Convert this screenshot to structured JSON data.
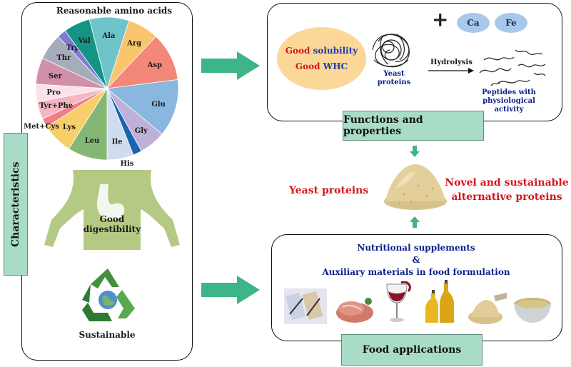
{
  "characteristics": {
    "side_label": "Characteristics",
    "pie_title": "Reasonable amino acids",
    "pie_segments": [
      {
        "label": "Ala",
        "color": "#6fc4c9",
        "value": 9
      },
      {
        "label": "Arg",
        "color": "#f9c56d",
        "value": 7
      },
      {
        "label": "Asp",
        "color": "#f3877a",
        "value": 11
      },
      {
        "label": "Glu",
        "color": "#89b7df",
        "value": 13
      },
      {
        "label": "Gly",
        "color": "#bdb1d9",
        "value": 6
      },
      {
        "label": "His",
        "color": "#1a64b0",
        "value": 2
      },
      {
        "label": "Ile",
        "color": "#cfdcef",
        "value": 6
      },
      {
        "label": "Leu",
        "color": "#84b773",
        "value": 9
      },
      {
        "label": "Lys",
        "color": "#f7cf6a",
        "value": 7
      },
      {
        "label": "Met+Cys",
        "color": "#ef7f82",
        "value": 2
      },
      {
        "label": "Tyr+Phe",
        "color": "#f4b6c2",
        "value": 4
      },
      {
        "label": "Pro",
        "color": "#fbe2ea",
        "value": 4
      },
      {
        "label": "Ser",
        "color": "#d190aa",
        "value": 6
      },
      {
        "label": "Thr",
        "color": "#a6acbb",
        "value": 6
      },
      {
        "label": "Trp",
        "color": "#7f7ad6",
        "value": 2
      },
      {
        "label": "Val",
        "color": "#149484",
        "value": 6
      }
    ],
    "digestibility_label": "Good digestibility",
    "sustainable_label": "Sustainable"
  },
  "functions": {
    "box_label": "Functions  and properties",
    "good1": "Good",
    "prop1": "solubility",
    "good2": "Good",
    "prop2": "WHC",
    "yeast_proteins": "Yeast proteins",
    "plus": "+",
    "ca": "Ca",
    "fe": "Fe",
    "hydrolysis": "Hydrolysis",
    "peptides": "Peptides with physiological activity"
  },
  "center": {
    "left_text": "Yeast proteins",
    "right_text": "Novel and sustainable alternative proteins"
  },
  "applications": {
    "box_label": "Food applications",
    "line1": "Nutritional supplements",
    "line2": "&",
    "line3": "Auxiliary materials in food formulation"
  },
  "colors": {
    "arrow_green": "#3eb489",
    "label_green": "#a9dcc6"
  }
}
